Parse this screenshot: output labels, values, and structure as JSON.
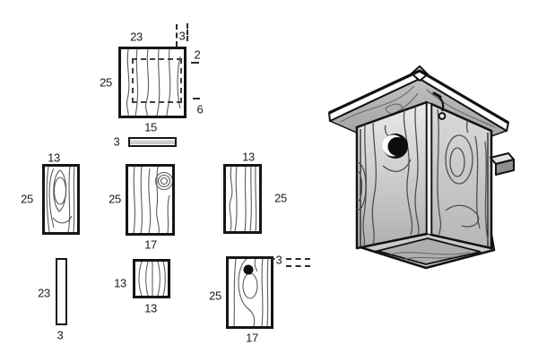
{
  "title": "birdhouse-assembly-diagram",
  "parts": {
    "roof": {
      "width": "23",
      "edge": "3",
      "top_offset": "2",
      "height": "25",
      "bottom_offset": "6"
    },
    "batten": {
      "length": "15",
      "thickness": "3"
    },
    "side_a": {
      "width": "13",
      "height": "25"
    },
    "back": {
      "height": "25",
      "width": "17"
    },
    "side_b": {
      "width": "13",
      "height": "25"
    },
    "strip": {
      "length": "23",
      "thickness": "3"
    },
    "floor": {
      "width": "13",
      "depth": "13"
    },
    "front": {
      "height": "25",
      "width": "17",
      "hole_offset": "3"
    }
  },
  "colors": {
    "outline": "#161616",
    "wood_light": "#e9e9e9",
    "wood_mid": "#bdbdbd",
    "wood_shadow": "#9a9a9a",
    "hole": "#0d0d0d"
  }
}
